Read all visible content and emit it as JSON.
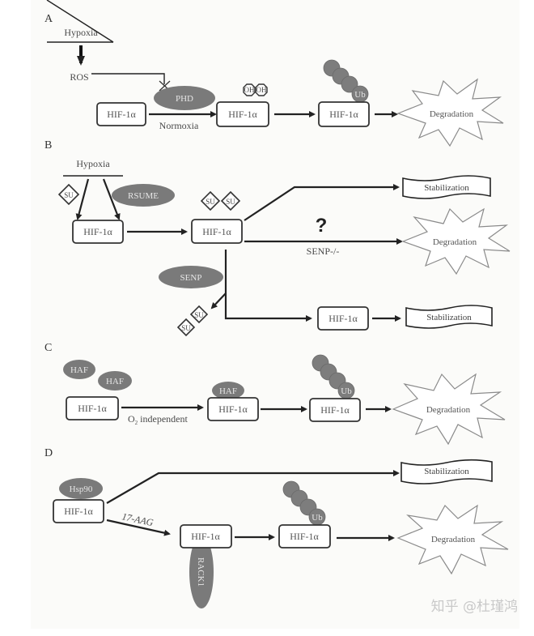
{
  "figure": {
    "panels": {
      "A": {
        "letter": "A",
        "hypoxia": "Hypoxia",
        "ros": "ROS",
        "phd": "PHD",
        "hif1": "HIF-1α",
        "hif2": "HIF-1α",
        "hif3": "HIF-1α",
        "normoxia": "Normoxia",
        "oh1": "OH",
        "oh2": "OH",
        "ub": "Ub",
        "degradation": "Degradation"
      },
      "B": {
        "letter": "B",
        "hypoxia": "Hypoxia",
        "su_free": "SU",
        "rsume": "RSUME",
        "hif1": "HIF-1α",
        "hif2": "HIF-1α",
        "su_a": "SU",
        "su_b": "SU",
        "stabilization_top": "Stabilization",
        "question": "?",
        "senp_ko": "SENP-/-",
        "degradation": "Degradation",
        "senp": "SENP",
        "su_released_1": "SU",
        "su_released_2": "SU",
        "hif3": "HIF-1α",
        "stabilization_bottom": "Stabilization"
      },
      "C": {
        "letter": "C",
        "haf1": "HAF",
        "haf2": "HAF",
        "haf3": "HAF",
        "hif1": "HIF-1α",
        "hif2": "HIF-1α",
        "hif3": "HIF-1α",
        "o2_prefix": "O",
        "o2_sub": "2",
        "o2_suffix": " independent",
        "ub": "Ub",
        "degradation": "Degradation"
      },
      "D": {
        "letter": "D",
        "hsp90": "Hsp90",
        "hif1": "HIF-1α",
        "drug": "17-AAG",
        "hif2": "HIF-1α",
        "rack1": "RACK1",
        "hif3": "HIF-1α",
        "ub": "Ub",
        "stabilization": "Stabilization",
        "degradation": "Degradation"
      }
    },
    "watermark": "知乎 @杜瑾鸿"
  }
}
